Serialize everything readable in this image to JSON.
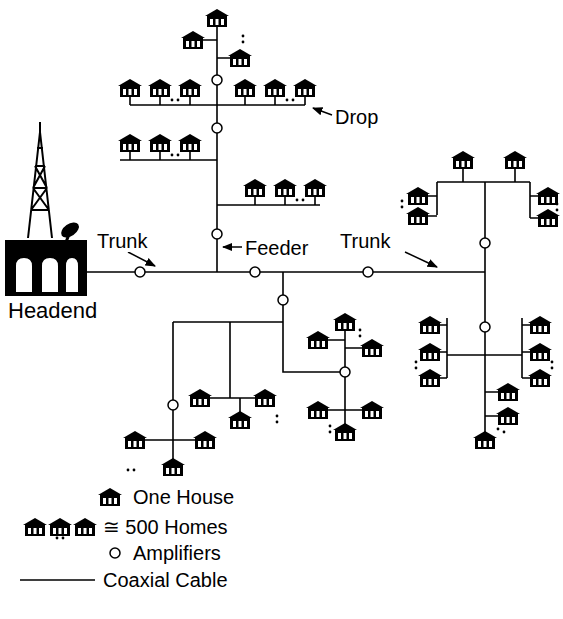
{
  "diagram": {
    "labels": [
      "Headend",
      "Trunk",
      "Feeder",
      "Trunk",
      "Drop"
    ],
    "legend": [
      {
        "text": "One House"
      },
      {
        "text": "≅ 500 Homes"
      },
      {
        "text": "Amplifiers"
      },
      {
        "text": "Coaxial Cable"
      }
    ]
  }
}
